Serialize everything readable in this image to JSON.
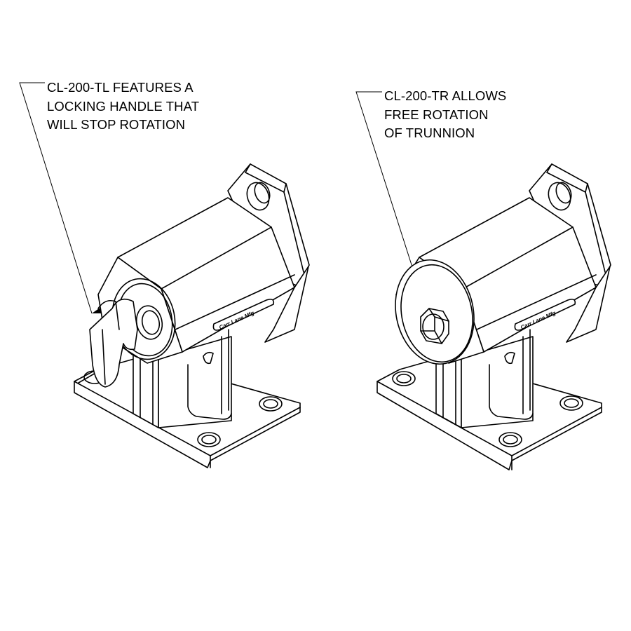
{
  "diagram": {
    "type": "isometric line drawing",
    "parts": [
      {
        "id": "left",
        "part_number": "CL-200-TL",
        "callout_lines": [
          "CL-200-TL FEATURES A",
          "LOCKING HANDLE THAT",
          "WILL STOP ROTATION"
        ],
        "points_to": "locking handle",
        "body_label": "Carr Lane Mfg"
      },
      {
        "id": "right",
        "part_number": "CL-200-TR",
        "callout_lines": [
          "CL-200-TR ALLOWS",
          "FREE ROTATION",
          "OF TRUNNION"
        ],
        "points_to": "hex bolt",
        "body_label": "Carr Lane Mfg"
      }
    ],
    "colors": {
      "line": "#000000",
      "background": "#ffffff"
    }
  }
}
